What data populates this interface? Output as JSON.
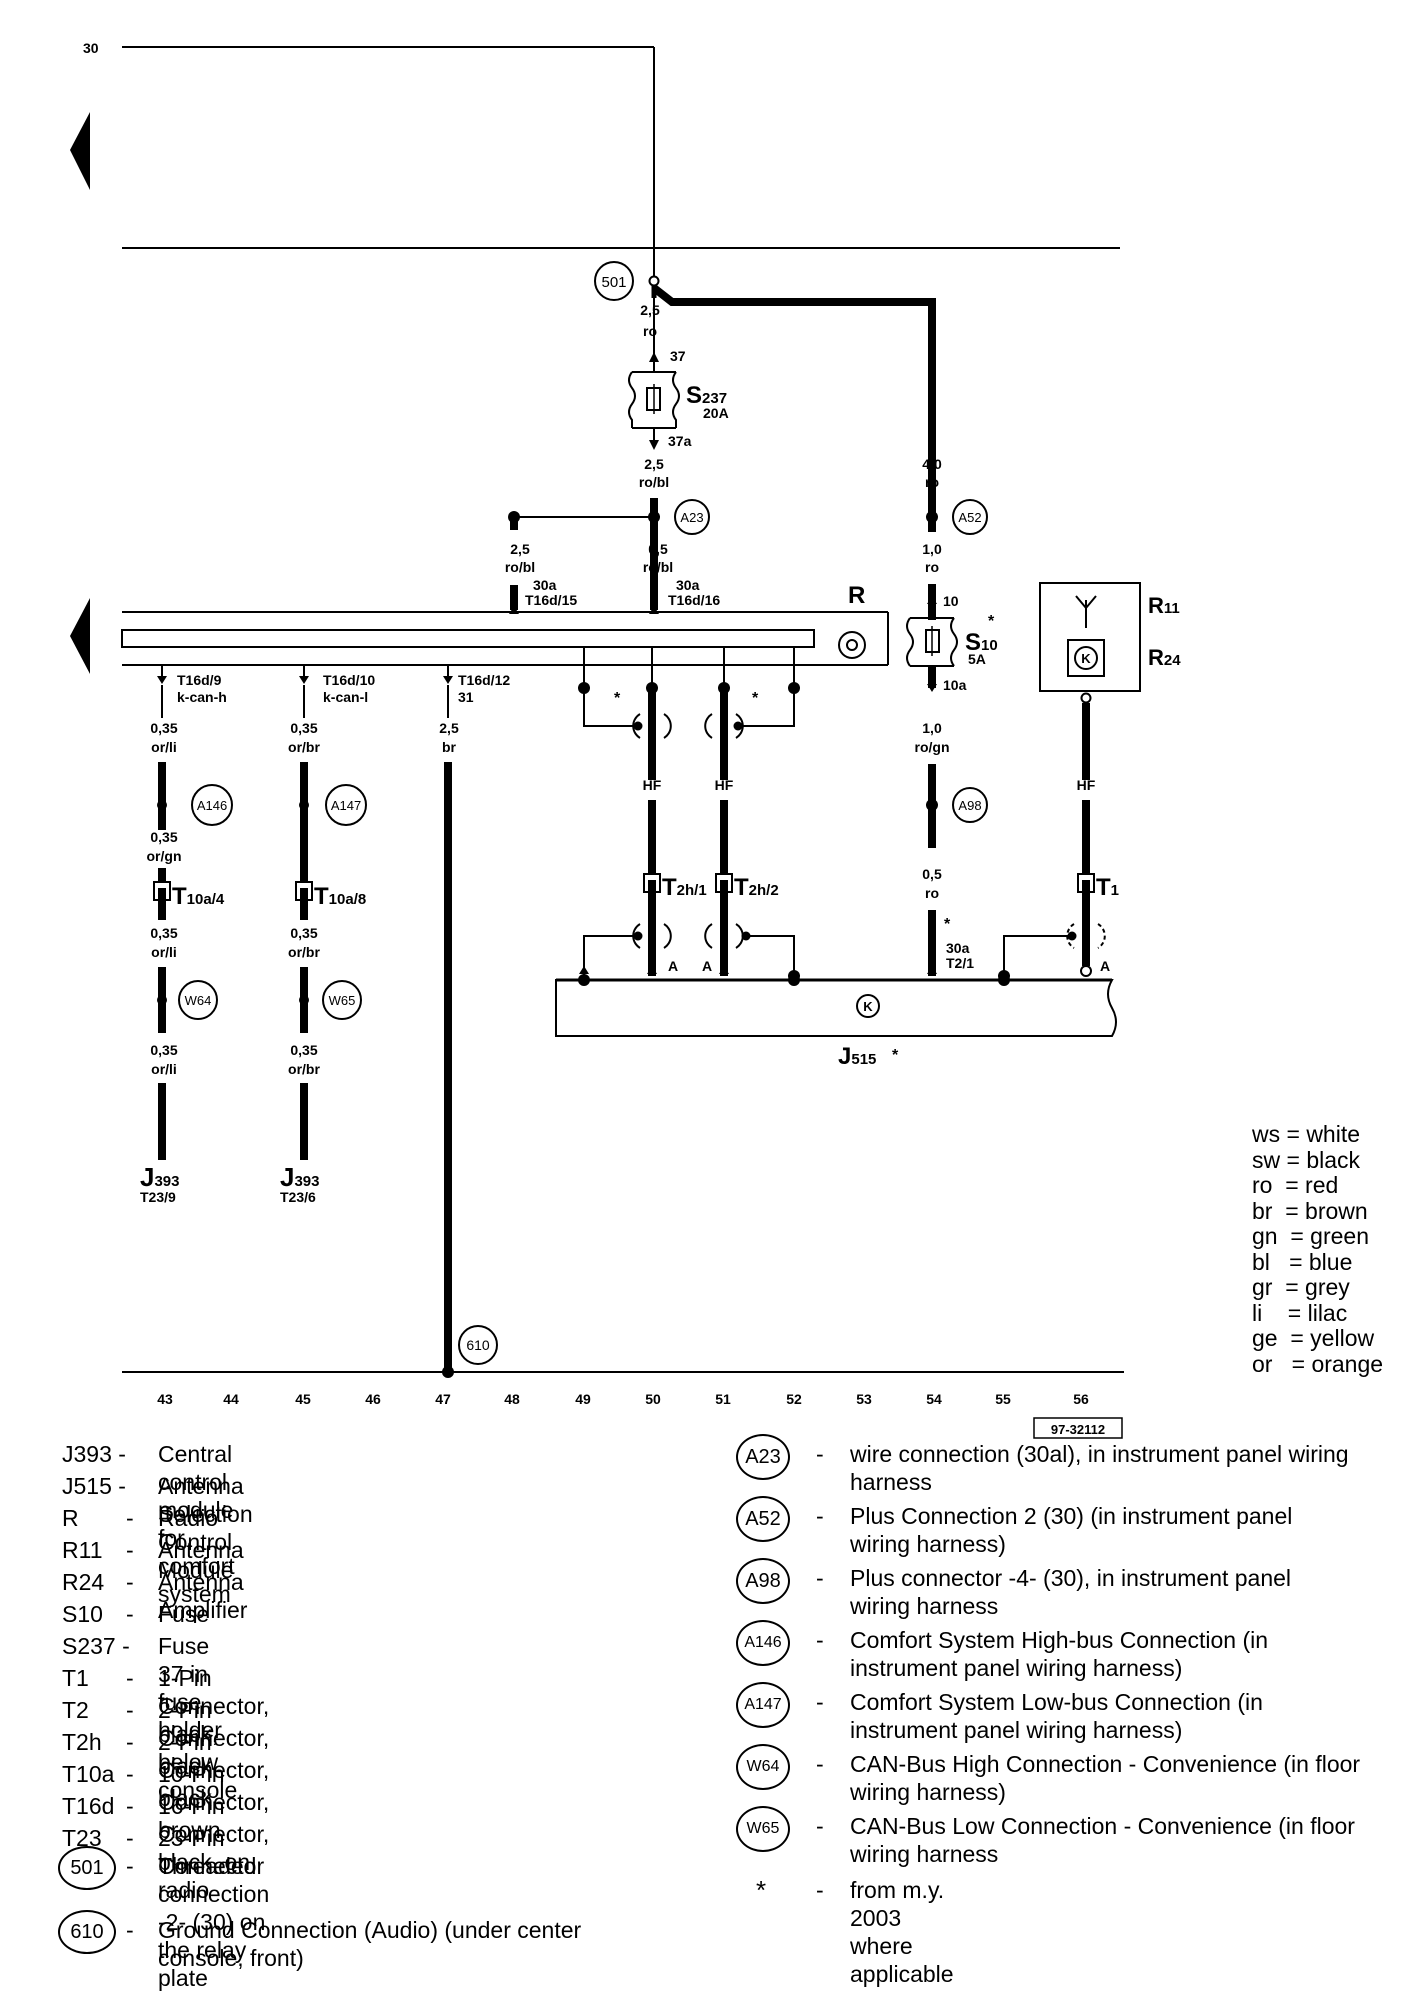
{
  "terminals": {
    "t30": "30"
  },
  "wire_labels": {
    "w501_size": "2,5",
    "w501_color": "ro",
    "fuse_in": "37",
    "fuse_out": "37a",
    "s237_size": "2,5",
    "s237_color": "ro/bl",
    "left_size": "2,5",
    "left_color": "ro/bl",
    "mid_size": "0,5",
    "mid_color": "ro/bl",
    "a52_top_size": "4,0",
    "a52_top_color": "ro",
    "a52_bot_size": "1,0",
    "a52_bot_color": "ro",
    "s10_in": "10",
    "s10_out": "10a",
    "s10_size": "1,0",
    "s10_color": "ro/gn",
    "a98_size": "0,5",
    "a98_color": "ro",
    "hf1": "HF",
    "hf2": "HF",
    "hf3": "HF",
    "can_h_1_size": "0,35",
    "can_h_1_color": "or/li",
    "can_h_2_size": "0,35",
    "can_h_2_color": "or/gn",
    "can_h_3_size": "0,35",
    "can_h_3_color": "or/li",
    "can_h_4_size": "0,35",
    "can_h_4_color": "or/li",
    "can_l_1_size": "0,35",
    "can_l_1_color": "or/br",
    "can_l_3_size": "0,35",
    "can_l_3_color": "or/br",
    "can_l_4_size": "0,35",
    "can_l_4_color": "or/br",
    "gnd_size": "2,5",
    "gnd_color": "br"
  },
  "pins": {
    "r_pin15_a": "30a",
    "r_pin15_b": "T16d/15",
    "r_pin16_a": "30a",
    "r_pin16_b": "T16d/16",
    "r_pin9_a": "T16d/9",
    "r_pin9_b": "k-can-h",
    "r_pin10_a": "T16d/10",
    "r_pin10_b": "k-can-l",
    "r_pin12_a": "T16d/12",
    "r_pin12_b": "31",
    "j515_pin_a": "30a",
    "j515_pin_b": "T2/1",
    "a_left": "A",
    "a_mid": "A",
    "a_right": "A",
    "star": "*"
  },
  "components": {
    "s237": "S",
    "s237_sub": "237",
    "s237_rating": "20A",
    "s10": "S",
    "s10_sub": "10",
    "s10_rating": "5A",
    "r": "R",
    "r11": "R",
    "r11_sub": "11",
    "r24": "R",
    "r24_sub": "24",
    "j515": "J",
    "j515_sub": "515",
    "t2h1": "T",
    "t2h1_sub": "2h/1",
    "t2h2": "T",
    "t2h2_sub": "2h/2",
    "t1": "T",
    "t1_sub": "1",
    "t10a4": "T",
    "t10a4_sub": "10a/4",
    "t10a8": "T",
    "t10a8_sub": "10a/8",
    "j393a": "J",
    "j393a_sub": "393",
    "j393a_pin": "T23/9",
    "j393b": "J",
    "j393b_sub": "393",
    "j393b_pin": "T23/6",
    "k": "K"
  },
  "connections": {
    "c501": "501",
    "a23": "A23",
    "a52": "A52",
    "a98": "A98",
    "a146": "A146",
    "a147": "A147",
    "w64": "W64",
    "w65": "W65",
    "c610": "610"
  },
  "track_numbers": [
    "43",
    "44",
    "45",
    "46",
    "47",
    "48",
    "49",
    "50",
    "51",
    "52",
    "53",
    "54",
    "55",
    "56"
  ],
  "figure_id": "97-32112",
  "color_codes": [
    "ws = white",
    "sw = black",
    "ro  = red",
    "br  = brown",
    "gn  = green",
    "bl   = blue",
    "gr  = grey",
    "li    = lilac",
    "ge  = yellow",
    "or   = orange"
  ],
  "legend_left": [
    {
      "code": "J393 -",
      "desc": "Central control module for comfort system"
    },
    {
      "code": "J515 -",
      "desc": "Antenna Selection Control Module"
    },
    {
      "code": "R",
      "desc": "Radio"
    },
    {
      "code": "R11",
      "desc": "Antenna"
    },
    {
      "code": "R24",
      "desc": "Antenna Amplifier"
    },
    {
      "code": "S10",
      "desc": "Fuse"
    },
    {
      "code": "S237 -",
      "desc": "Fuse 37 in fuse holder"
    },
    {
      "code": "T1",
      "desc": "1-Pin Connector, black, below console"
    },
    {
      "code": "T2",
      "desc": "2-Pin Connector, black"
    },
    {
      "code": "T2h",
      "desc": "2-Pin Connector, black"
    },
    {
      "code": "T10a",
      "desc": "10-Pin Connector, brown"
    },
    {
      "code": "T16d",
      "desc": "16-Pin Connector, black, on radio"
    },
    {
      "code": "T23",
      "desc": "23-Pin Connector"
    }
  ],
  "legend_left_circled": [
    {
      "code": "501",
      "desc": "Threaded connection -2- (30) on the relay plate"
    },
    {
      "code": "610",
      "desc": "Ground Connection (Audio) (under center console, front)"
    }
  ],
  "legend_right": [
    {
      "code": "A23",
      "desc": "wire connection (30al), in instrument panel wiring harness"
    },
    {
      "code": "A52",
      "desc": "Plus Connection 2 (30) (in instrument panel wiring harness)"
    },
    {
      "code": "A98",
      "desc": "Plus connector -4- (30), in instrument panel wiring harness"
    },
    {
      "code": "A146",
      "desc": "Comfort System High-bus Connection (in instrument panel wiring harness)"
    },
    {
      "code": "A147",
      "desc": "Comfort System Low-bus Connection (in instrument panel wiring harness)"
    },
    {
      "code": "W64",
      "desc": "CAN-Bus High Connection - Convenience (in floor wiring harness)"
    },
    {
      "code": "W65",
      "desc": "CAN-Bus Low Connection - Convenience (in floor wiring harness"
    }
  ],
  "legend_star": {
    "code": "*",
    "desc": "from m.y. 2003 where applicable"
  },
  "dash": "-"
}
